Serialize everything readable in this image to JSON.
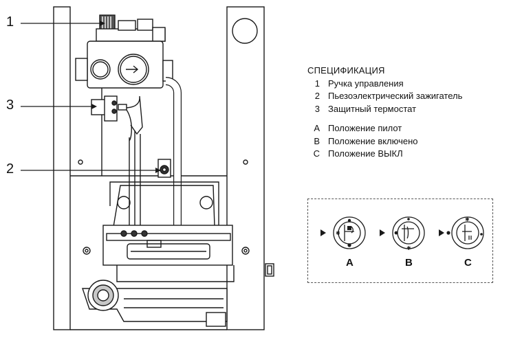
{
  "callouts": [
    "1",
    "3",
    "2"
  ],
  "spec": {
    "title": "СПЕЦИФИКАЦИЯ",
    "components": [
      {
        "num": "1",
        "label": "Ручка управления"
      },
      {
        "num": "2",
        "label": "Пьезоэлектрический зажигатель"
      },
      {
        "num": "3",
        "label": "Защитный термостат"
      }
    ],
    "positions": [
      {
        "num": "A",
        "label": "Положение пилот"
      },
      {
        "num": "B",
        "label": "Положение включено"
      },
      {
        "num": "C",
        "label": "Положение ВЫКЛ"
      }
    ]
  },
  "knob_letters": [
    "A",
    "B",
    "C"
  ],
  "colors": {
    "line": "#1a1a1a",
    "background": "#ffffff",
    "shade": "#9a9a9a"
  }
}
